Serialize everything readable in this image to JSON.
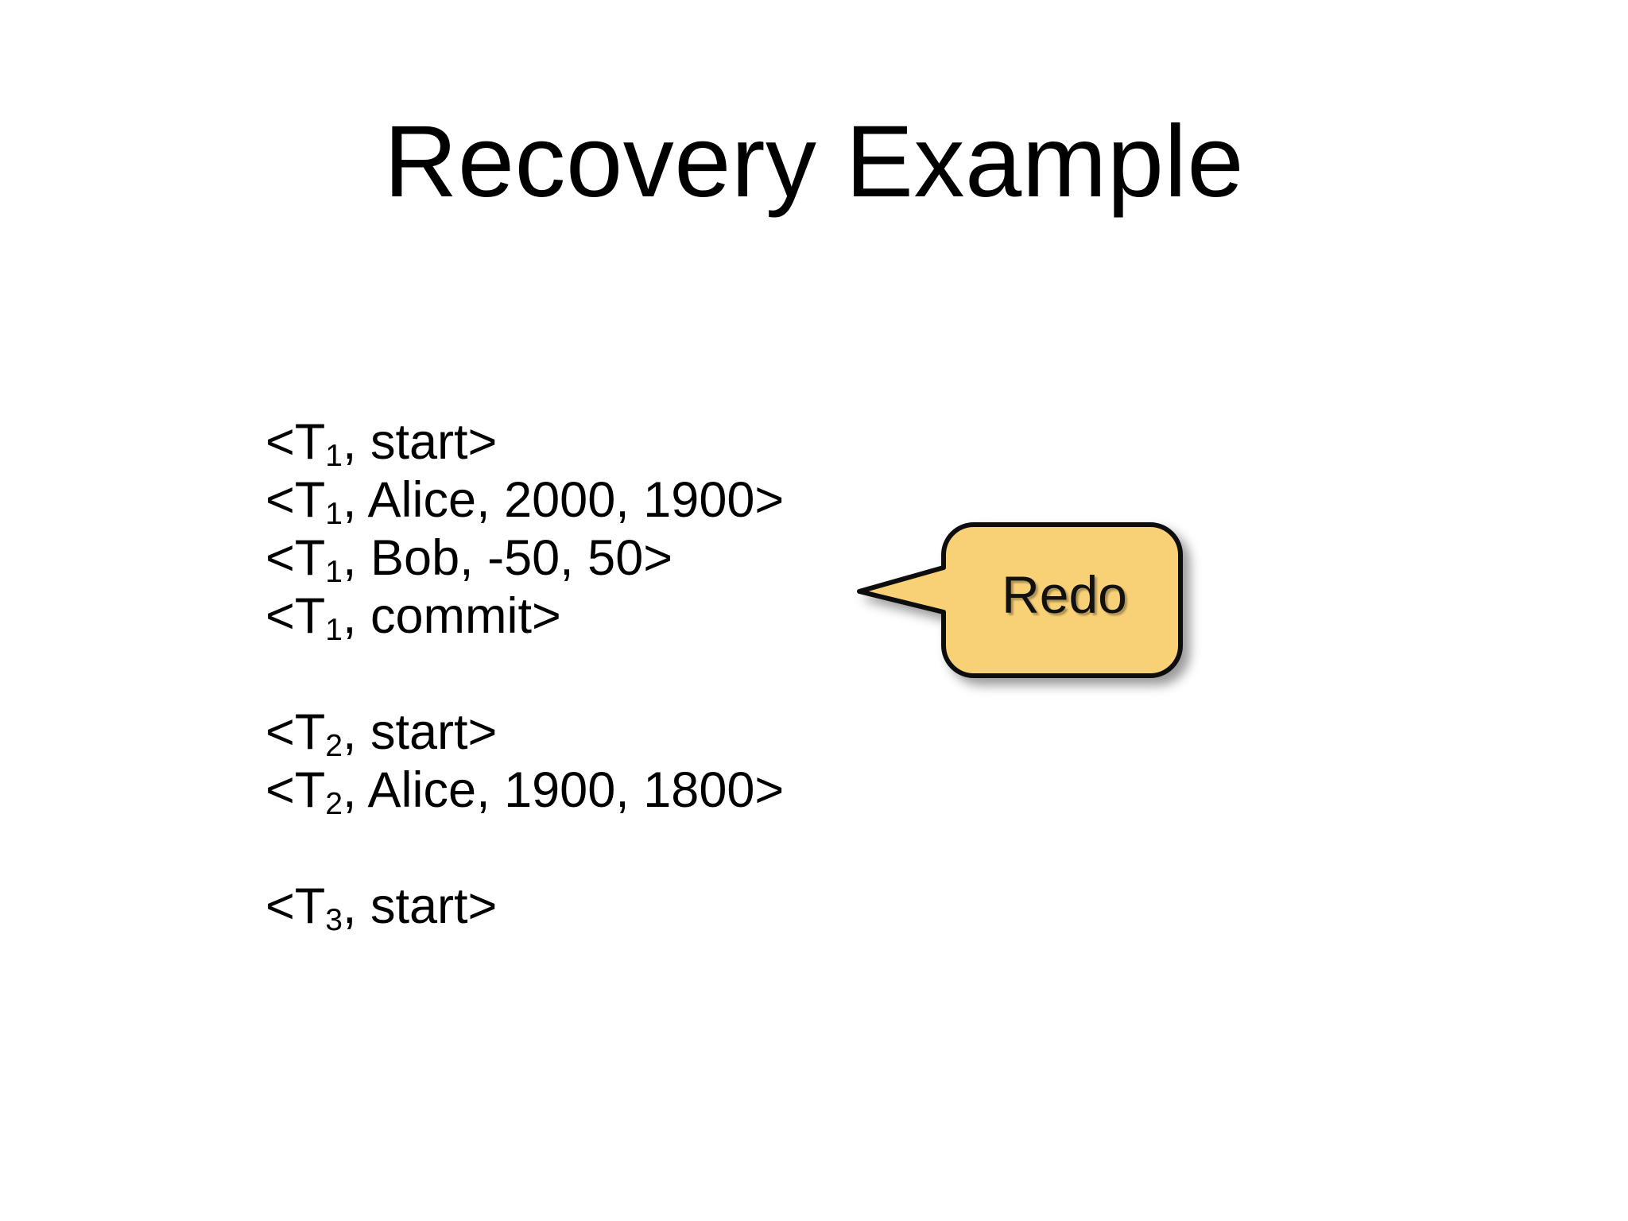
{
  "slide": {
    "title": "Recovery Example",
    "background_color": "#ffffff",
    "text_color": "#000000"
  },
  "log": {
    "lines": [
      {
        "id": "t1-start",
        "prefix": "<T",
        "sub": "1",
        "rest": ", start>"
      },
      {
        "id": "t1-alice",
        "prefix": "<T",
        "sub": "1",
        "rest": ", Alice, 2000, 1900>"
      },
      {
        "id": "t1-bob",
        "prefix": "<T",
        "sub": "1",
        "rest": ", Bob, -50, 50>"
      },
      {
        "id": "t1-commit",
        "prefix": "<T",
        "sub": "1",
        "rest": ", commit>"
      },
      {
        "id": "blank-1",
        "prefix": "",
        "sub": "",
        "rest": ""
      },
      {
        "id": "t2-start",
        "prefix": "<T",
        "sub": "2",
        "rest": ", start>"
      },
      {
        "id": "t2-alice",
        "prefix": "<T",
        "sub": "2",
        "rest": ", Alice, 1900, 1800>"
      },
      {
        "id": "blank-2",
        "prefix": "",
        "sub": "",
        "rest": ""
      },
      {
        "id": "t3-start",
        "prefix": "<T",
        "sub": "3",
        "rest": ", start>"
      }
    ]
  },
  "callout": {
    "label": "Redo",
    "fill_color": "#F8D177",
    "border_color": "#0a0a0a",
    "text_color": "#111111",
    "tail_direction": "left"
  }
}
